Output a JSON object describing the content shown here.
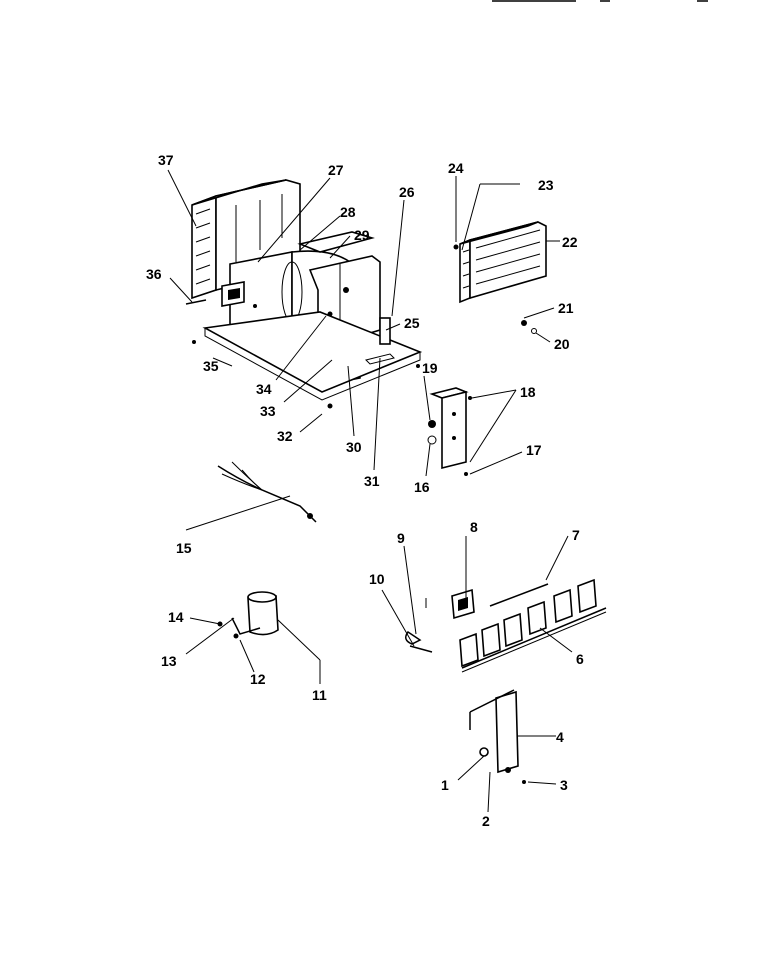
{
  "labels": {
    "l1": "1",
    "l2": "2",
    "l3": "3",
    "l4": "4",
    "l6": "6",
    "l7": "7",
    "l8": "8",
    "l9": "9",
    "l10": "10",
    "l11": "11",
    "l12": "12",
    "l13": "13",
    "l14": "14",
    "l15": "15",
    "l16": "16",
    "l17": "17",
    "l18": "18",
    "l19": "19",
    "l20": "20",
    "l21": "21",
    "l22": "22",
    "l23": "23",
    "l24": "24",
    "l25": "25",
    "l26": "26",
    "l27": "27",
    "l28": "28",
    "l29": "29",
    "l30": "30",
    "l31": "31",
    "l32": "32",
    "l33": "33",
    "l34": "34",
    "l35": "35",
    "l36": "36",
    "l37": "37"
  }
}
